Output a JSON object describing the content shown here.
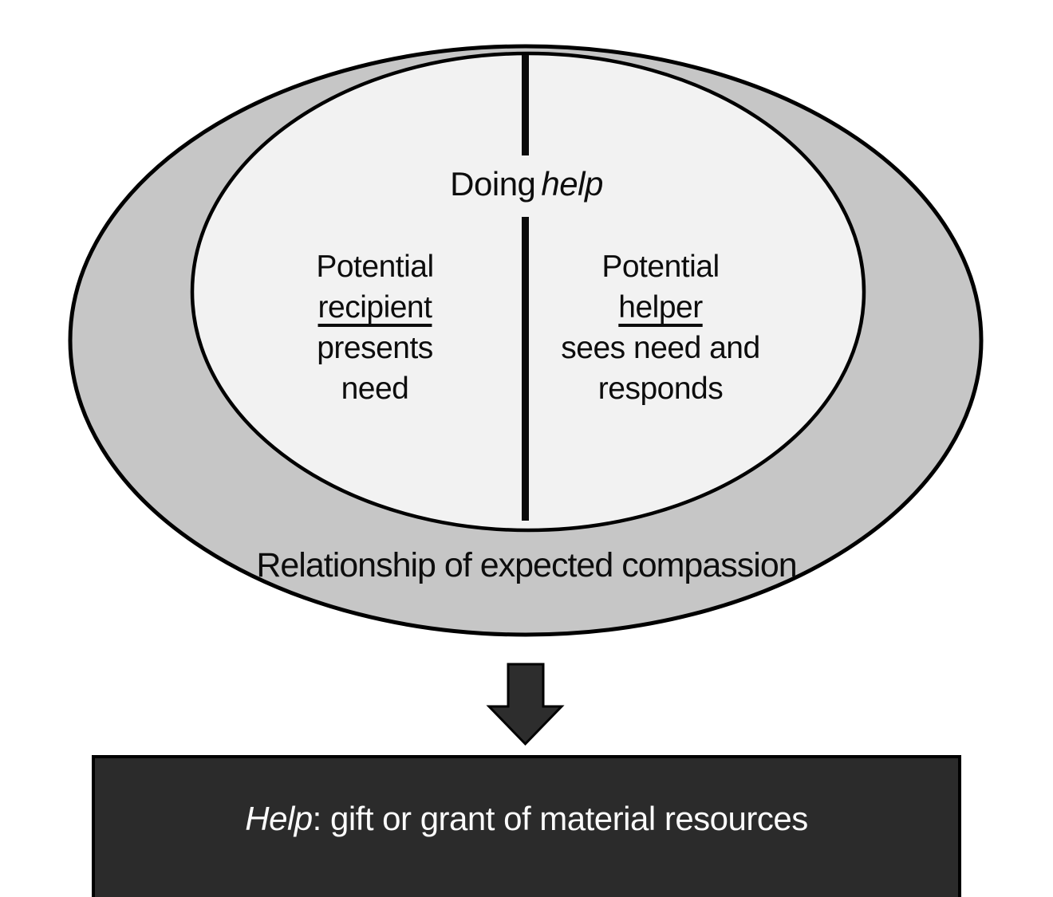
{
  "colors": {
    "background": "#ffffff",
    "outer_ellipse_fill": "#c6c6c6",
    "inner_ellipse_fill": "#f2f2f2",
    "outline": "#000000",
    "divider": "#0a0a0a",
    "arrow_fill": "#2d2d2d",
    "result_box_fill": "#2b2b2b",
    "result_box_text": "#fbfbfb",
    "text": "#0d0d0d"
  },
  "venn": {
    "top_label": {
      "prefix": "Doing",
      "emphasis": "help"
    },
    "left_half": {
      "line1": "Potential",
      "line2_underlined": "recipient",
      "line3": "presents",
      "line4": "need"
    },
    "right_half": {
      "line1": "Potential",
      "line2_underlined": "helper",
      "line3": "sees need and",
      "line4": "responds"
    },
    "outer_label": "Relationship of expected compassion"
  },
  "result_box": {
    "emphasis": "Help",
    "text": ": gift or grant of material resources"
  }
}
